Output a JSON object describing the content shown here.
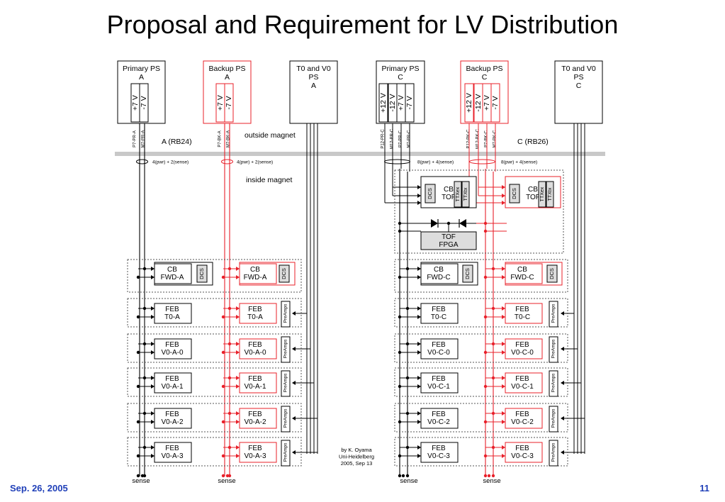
{
  "slide": {
    "title": "Proposal and Requirement for LV Distribution",
    "footer_date": "Sep. 26, 2005",
    "page_number": "11"
  },
  "colors": {
    "primary": "#000000",
    "backup": "#e8202a",
    "footer": "#1f3fb8",
    "bar": "#c8c8c8"
  },
  "labels": {
    "outside_magnet": "outside magnet",
    "inside_magnet": "inside magnet",
    "side_a": "A (RB24)",
    "side_c": "C (RB26)",
    "cable_a": "4(pwr) + 2(sense)",
    "cable_c": "8(pwr) + 4(sense)",
    "sense": "sense",
    "credit": [
      "by K. Oyama",
      "Uni-Heidelberg",
      "2005, Sep 13"
    ]
  },
  "power_supplies": [
    {
      "lines": [
        "Primary PS",
        "A"
      ],
      "voltages": [
        "+7 V",
        "-7 V"
      ],
      "wires": [
        "P7-PR-A",
        "M7-PR-A"
      ],
      "color": "primary"
    },
    {
      "lines": [
        "Backup PS",
        "A"
      ],
      "voltages": [
        "+7 V",
        "-7 V"
      ],
      "wires": [
        "P7-BK-A",
        "M7-BK-A"
      ],
      "color": "backup"
    },
    {
      "lines": [
        "T0 and V0",
        "PS",
        "A"
      ],
      "voltages": [],
      "wires": [],
      "color": "primary"
    },
    {
      "lines": [
        "Primary PS",
        "C"
      ],
      "voltages": [
        "+12 V",
        "-12 V",
        "+7 V",
        "-7 V"
      ],
      "wires": [
        "P12-PR-C",
        "M12-PR-C",
        "P7-PR-C",
        "M7-PR-C"
      ],
      "color": "primary"
    },
    {
      "lines": [
        "Backup PS",
        "C"
      ],
      "voltages": [
        "+12 V",
        "-12 V",
        "+7 V",
        "-7 V"
      ],
      "wires": [
        "P12-BK-C",
        "M12-BK-C",
        "P7-BK-C",
        "M7-BK-C"
      ],
      "color": "backup"
    },
    {
      "lines": [
        "T0 and V0",
        "PS",
        "C"
      ],
      "voltages": [],
      "wires": [],
      "color": "primary"
    }
  ],
  "tof": {
    "cb_tof": [
      "CB",
      "TOF"
    ],
    "dcs": "DCS",
    "ttxex": "TTXex",
    "ttxtx": "TTXtx",
    "fpga": [
      "TOF",
      "FPGA"
    ]
  },
  "modules_a": [
    {
      "lines": [
        "CB",
        "FWD-A"
      ],
      "side": "DCS"
    },
    {
      "lines": [
        "FEB",
        "T0-A"
      ],
      "side": "PreAmps"
    },
    {
      "lines": [
        "FEB",
        "V0-A-0"
      ],
      "side": "PreAmps"
    },
    {
      "lines": [
        "FEB",
        "V0-A-1"
      ],
      "side": "PreAmps"
    },
    {
      "lines": [
        "FEB",
        "V0-A-2"
      ],
      "side": "PreAmps"
    },
    {
      "lines": [
        "FEB",
        "V0-A-3"
      ],
      "side": "PreAmps"
    }
  ],
  "modules_c": [
    {
      "lines": [
        "CB",
        "FWD-C"
      ],
      "side": "DCS"
    },
    {
      "lines": [
        "FEB",
        "T0-C"
      ],
      "side": "PreAmps"
    },
    {
      "lines": [
        "FEB",
        "V0-C-0"
      ],
      "side": "PreAmps"
    },
    {
      "lines": [
        "FEB",
        "V0-C-1"
      ],
      "side": "PreAmps"
    },
    {
      "lines": [
        "FEB",
        "V0-C-2"
      ],
      "side": "PreAmps"
    },
    {
      "lines": [
        "FEB",
        "V0-C-3"
      ],
      "side": "PreAmps"
    }
  ]
}
